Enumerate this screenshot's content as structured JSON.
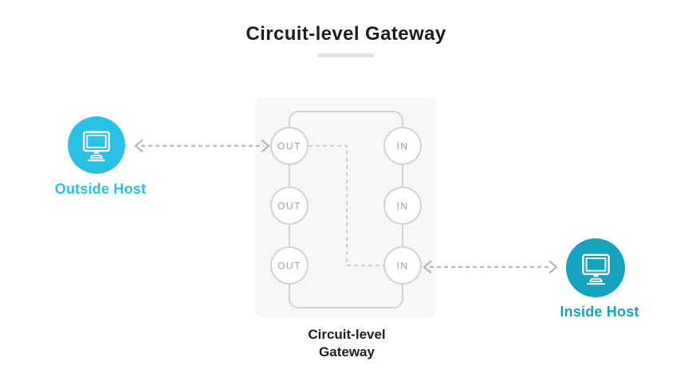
{
  "title": {
    "text": "Circuit-level Gateway"
  },
  "outside_host": {
    "label": "Outside Host",
    "icon": "monitor-icon"
  },
  "inside_host": {
    "label": "Inside Host",
    "icon": "monitor-icon"
  },
  "gateway": {
    "caption_line1": "Circuit-level",
    "caption_line2": "Gateway",
    "out_nodes": [
      "OUT",
      "OUT",
      "OUT"
    ],
    "in_nodes": [
      "IN",
      "IN",
      "IN"
    ]
  },
  "colors": {
    "outside_host": "#29c1e4",
    "inside_host": "#16a3bf",
    "box_bg": "#f7f7f7",
    "line": "#d2d2d2",
    "dash": "#c9c9c9",
    "arrow": "#b5b5b5",
    "node_text": "#9c9c9c",
    "title_text": "#1d1d1d",
    "underline": "#e1e1e1"
  }
}
